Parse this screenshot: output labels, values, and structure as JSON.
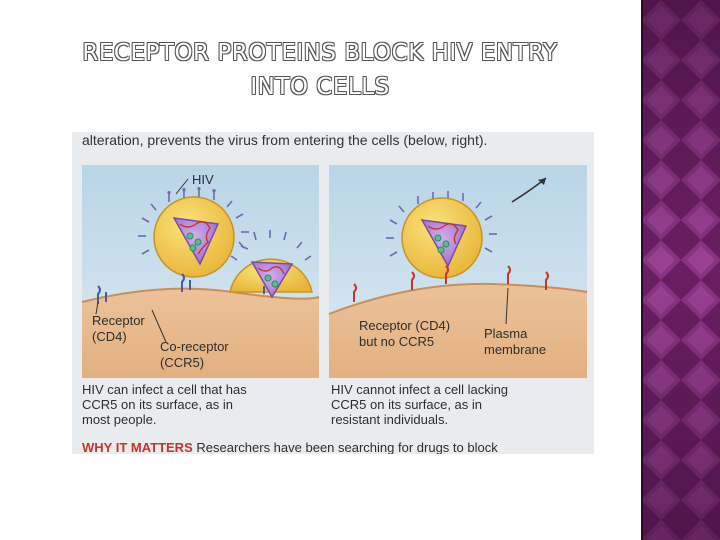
{
  "slide": {
    "title_line1": "RECEPTOR PROTEINS BLOCK HIV ENTRY",
    "title_line2": "INTO CELLS"
  },
  "figure": {
    "top_caption": "alteration, prevents the virus from entering the cells (below, right).",
    "left_panel": {
      "virus_label": "HIV",
      "receptor_label_line1": "Receptor",
      "receptor_label_line2": "(CD4)",
      "coreceptor_label_line1": "Co-receptor",
      "coreceptor_label_line2": "(CCR5)",
      "caption_line1": "HIV can infect a cell that has",
      "caption_line2": "CCR5 on its surface, as in",
      "caption_line3": "most people."
    },
    "right_panel": {
      "receptor_label_line1": "Receptor (CD4)",
      "receptor_label_line2": "but no CCR5",
      "membrane_label_line1": "Plasma",
      "membrane_label_line2": "membrane",
      "caption_line1": "HIV cannot infect a cell lacking",
      "caption_line2": "CCR5 on its surface, as in",
      "caption_line3": "resistant individuals."
    },
    "bottom_heading": "WHY IT MATTERS",
    "bottom_text": "Researchers have been searching for drugs to block"
  },
  "colors": {
    "side_band": "#6b1f64",
    "sky": "#c4dbe8",
    "cell": "#e8b98c",
    "virus_outer": "#f2c84b",
    "virus_inner": "#b98ad6",
    "emphasis_red": "#c8342a"
  }
}
